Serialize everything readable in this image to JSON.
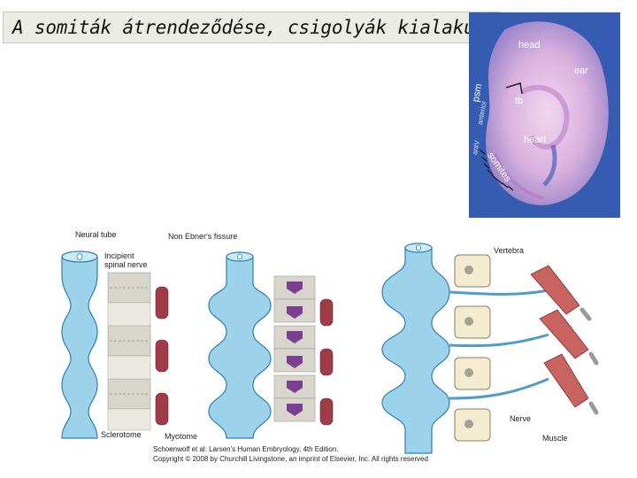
{
  "slide": {
    "title": "A somiták átrendeződése, csigolyák kialakulása"
  },
  "photo_labels": {
    "head": "head",
    "ear": "ear",
    "psm": "psm",
    "anterior": "anterior",
    "antv": "antV",
    "tb": "tb",
    "heart": "heart",
    "somites": "somites"
  },
  "figure_labels": {
    "neural_tube": "Neural tube",
    "non_ebner": "Non Ebner's fissure",
    "incipient_line1": "Incipient",
    "incipient_line2": "spinal nerve",
    "sclerotome": "Sclerotome",
    "myotome": "Myotome",
    "vertebra": "Vertebra",
    "nerve": "Nerve",
    "muscle": "Muscle"
  },
  "credits": {
    "line1": "Schoenwolf et al: Larsen's Human Embryology, 4th Edition.",
    "line2": "Copyright © 2008 by Churchill Livingstone, an imprint of Elsevier, Inc. All rights reserved"
  },
  "colors": {
    "tube": "#9cd3ea",
    "tube_stroke": "#2f7fb0",
    "myotome": "#a03c48",
    "sclerotome": "#d8d6cc",
    "vertebra_fill": "#f4ecd0",
    "arrow": "#7b3f92",
    "muscle": "#c86460",
    "photo_bg": "#3a62b8"
  }
}
